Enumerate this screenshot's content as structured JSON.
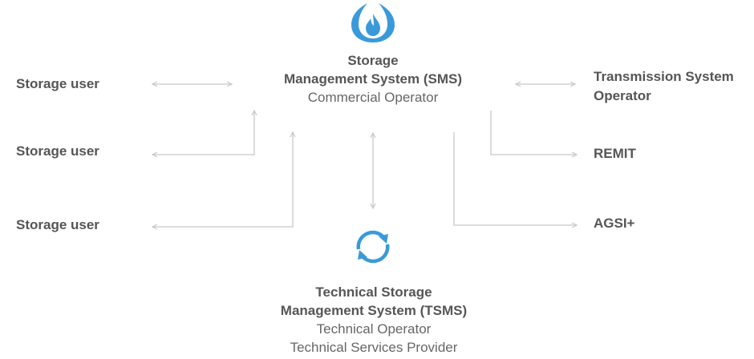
{
  "sms": {
    "title_line1": "Storage",
    "title_line2": "Management System (SMS)",
    "subtitle": "Commercial Operator",
    "icon": "gas-flame-icon"
  },
  "tsms": {
    "title_line1": "Technical Storage",
    "title_line2": "Management System (TSMS)",
    "subtitle_line1": "Technical Operator",
    "subtitle_line2": "Technical Services Provider",
    "icon": "sync-cycle-icon"
  },
  "left_nodes": [
    "Storage user",
    "Storage user",
    "Storage user"
  ],
  "right_nodes": {
    "tso_line1": "Transmission System",
    "tso_line2": "Operator",
    "remit": "REMIT",
    "agsi": "AGSI+"
  },
  "colors": {
    "accent": "#3a9ad9",
    "line": "#c8c8c8",
    "text": "#555555"
  }
}
